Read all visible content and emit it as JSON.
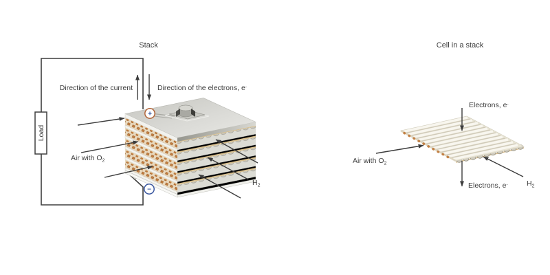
{
  "left": {
    "title": "Stack",
    "current": "Direction of the current",
    "electrons": "Direction of the electrons, e",
    "electrons_sup": "-",
    "load": "Load",
    "air": "Air with O",
    "air_sub": "2",
    "h2": "H",
    "h2_sub": "2",
    "plus": "+",
    "minus": "−"
  },
  "right": {
    "title": "Cell in a stack",
    "electrons_top": "Electrons, e",
    "electrons_top_sup": "-",
    "air": "Air with O",
    "air_sub": "2",
    "electrons_bottom": "Electrons, e",
    "electrons_bottom_sup": "-",
    "h2": "H",
    "h2_sub": "2"
  },
  "colors": {
    "text": "#3c3c3c",
    "wire": "#3e3e3e",
    "plus_terminal_ring": "#b2653a",
    "minus_terminal_ring": "#3a57a0",
    "terminal_sign": "#3a57a0",
    "catalyst_orange": "#c67f3e",
    "membrane_cream": "#ead9bd",
    "plate_gray": "#d2d2cc",
    "channel_tan": "#d9c08e"
  }
}
